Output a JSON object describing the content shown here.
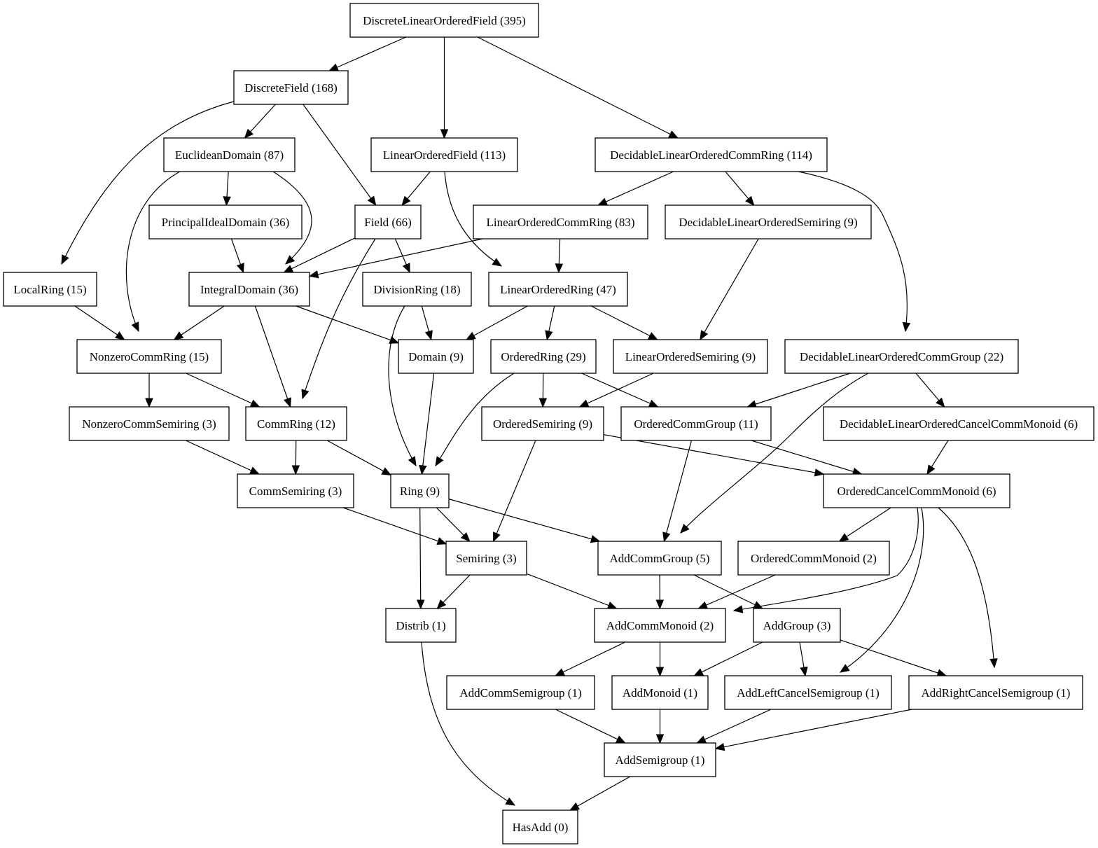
{
  "nodes": [
    {
      "id": "dlof",
      "label": "DiscreteLinearOrderedField (395)"
    },
    {
      "id": "df",
      "label": "DiscreteField (168)"
    },
    {
      "id": "ed",
      "label": "EuclideanDomain (87)"
    },
    {
      "id": "lof",
      "label": "LinearOrderedField (113)"
    },
    {
      "id": "dlocr",
      "label": "DecidableLinearOrderedCommRing (114)"
    },
    {
      "id": "pid",
      "label": "PrincipalIdealDomain (36)"
    },
    {
      "id": "field",
      "label": "Field (66)"
    },
    {
      "id": "locr",
      "label": "LinearOrderedCommRing (83)"
    },
    {
      "id": "dlos",
      "label": "DecidableLinearOrderedSemiring (9)"
    },
    {
      "id": "lr",
      "label": "LocalRing (15)"
    },
    {
      "id": "id",
      "label": "IntegralDomain (36)"
    },
    {
      "id": "dr",
      "label": "DivisionRing (18)"
    },
    {
      "id": "lor",
      "label": "LinearOrderedRing (47)"
    },
    {
      "id": "ncr",
      "label": "NonzeroCommRing (15)"
    },
    {
      "id": "dom",
      "label": "Domain (9)"
    },
    {
      "id": "or",
      "label": "OrderedRing (29)"
    },
    {
      "id": "los",
      "label": "LinearOrderedSemiring (9)"
    },
    {
      "id": "dlocg",
      "label": "DecidableLinearOrderedCommGroup (22)"
    },
    {
      "id": "ncs",
      "label": "NonzeroCommSemiring (3)"
    },
    {
      "id": "cr",
      "label": "CommRing (12)"
    },
    {
      "id": "os",
      "label": "OrderedSemiring (9)"
    },
    {
      "id": "ocg",
      "label": "OrderedCommGroup (11)"
    },
    {
      "id": "dloccm",
      "label": "DecidableLinearOrderedCancelCommMonoid (6)"
    },
    {
      "id": "cs",
      "label": "CommSemiring (3)"
    },
    {
      "id": "ring",
      "label": "Ring (9)"
    },
    {
      "id": "occm",
      "label": "OrderedCancelCommMonoid (6)"
    },
    {
      "id": "semi",
      "label": "Semiring (3)"
    },
    {
      "id": "acg",
      "label": "AddCommGroup (5)"
    },
    {
      "id": "ocm",
      "label": "OrderedCommMonoid (2)"
    },
    {
      "id": "distrib",
      "label": "Distrib (1)"
    },
    {
      "id": "acm",
      "label": "AddCommMonoid (2)"
    },
    {
      "id": "ag",
      "label": "AddGroup (3)"
    },
    {
      "id": "acs",
      "label": "AddCommSemigroup (1)"
    },
    {
      "id": "am",
      "label": "AddMonoid (1)"
    },
    {
      "id": "alcs",
      "label": "AddLeftCancelSemigroup (1)"
    },
    {
      "id": "arcs",
      "label": "AddRightCancelSemigroup (1)"
    },
    {
      "id": "as",
      "label": "AddSemigroup (1)"
    },
    {
      "id": "ha",
      "label": "HasAdd (0)"
    }
  ],
  "edges": [
    [
      "dlof",
      "df"
    ],
    [
      "dlof",
      "lof"
    ],
    [
      "dlof",
      "dlocr"
    ],
    [
      "df",
      "ed"
    ],
    [
      "df",
      "field"
    ],
    [
      "df",
      "lr"
    ],
    [
      "ed",
      "pid"
    ],
    [
      "ed",
      "id"
    ],
    [
      "ed",
      "ncr"
    ],
    [
      "lof",
      "field"
    ],
    [
      "lof",
      "lor"
    ],
    [
      "dlocr",
      "locr"
    ],
    [
      "dlocr",
      "dlos"
    ],
    [
      "dlocr",
      "dlocg"
    ],
    [
      "pid",
      "id"
    ],
    [
      "field",
      "id"
    ],
    [
      "field",
      "dr"
    ],
    [
      "field",
      "cr"
    ],
    [
      "locr",
      "id"
    ],
    [
      "locr",
      "lor"
    ],
    [
      "dlos",
      "los"
    ],
    [
      "lr",
      "ncr"
    ],
    [
      "id",
      "ncr"
    ],
    [
      "id",
      "dom"
    ],
    [
      "id",
      "cr"
    ],
    [
      "dr",
      "dom"
    ],
    [
      "dr",
      "ring"
    ],
    [
      "lor",
      "dom"
    ],
    [
      "lor",
      "or"
    ],
    [
      "lor",
      "los"
    ],
    [
      "ncr",
      "ncs"
    ],
    [
      "ncr",
      "cr"
    ],
    [
      "dom",
      "ring"
    ],
    [
      "or",
      "os"
    ],
    [
      "or",
      "ocg"
    ],
    [
      "or",
      "ring"
    ],
    [
      "los",
      "os"
    ],
    [
      "dlocg",
      "ocg"
    ],
    [
      "dlocg",
      "dloccm"
    ],
    [
      "dlocg",
      "acg"
    ],
    [
      "ncs",
      "cs"
    ],
    [
      "cr",
      "cs"
    ],
    [
      "cr",
      "ring"
    ],
    [
      "os",
      "semi"
    ],
    [
      "os",
      "occm"
    ],
    [
      "ocg",
      "occm"
    ],
    [
      "ocg",
      "acg"
    ],
    [
      "dloccm",
      "occm"
    ],
    [
      "cs",
      "semi"
    ],
    [
      "ring",
      "semi"
    ],
    [
      "ring",
      "acg"
    ],
    [
      "ring",
      "distrib"
    ],
    [
      "occm",
      "ocm"
    ],
    [
      "occm",
      "acm"
    ],
    [
      "occm",
      "alcs"
    ],
    [
      "occm",
      "arcs"
    ],
    [
      "semi",
      "distrib"
    ],
    [
      "semi",
      "acm"
    ],
    [
      "acg",
      "acm"
    ],
    [
      "acg",
      "ag"
    ],
    [
      "ocm",
      "acm"
    ],
    [
      "distrib",
      "ha"
    ],
    [
      "acm",
      "acs"
    ],
    [
      "acm",
      "am"
    ],
    [
      "ag",
      "am"
    ],
    [
      "ag",
      "alcs"
    ],
    [
      "ag",
      "arcs"
    ],
    [
      "acs",
      "as"
    ],
    [
      "am",
      "as"
    ],
    [
      "alcs",
      "as"
    ],
    [
      "arcs",
      "as"
    ],
    [
      "as",
      "ha"
    ]
  ]
}
